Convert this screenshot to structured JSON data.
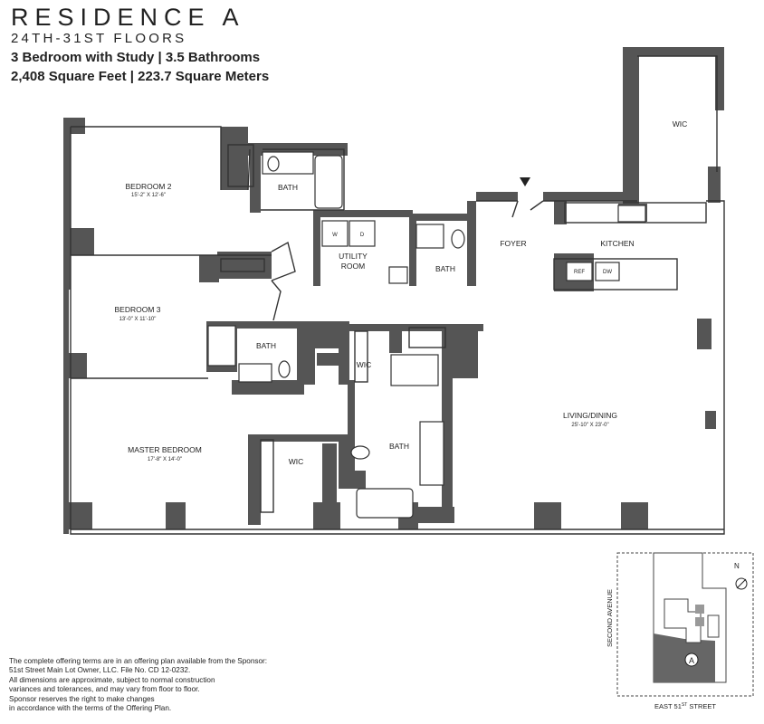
{
  "header": {
    "title": "RESIDENCE A",
    "floors": "24TH-31ST FLOORS",
    "line1": "3 Bedroom with Study | 3.5 Bathrooms",
    "line2": "2,408 Square Feet | 223.7 Square Meters"
  },
  "rooms": {
    "bedroom2": {
      "name": "BEDROOM 2",
      "dims": "15'-2\" X 12'-6\""
    },
    "bedroom3": {
      "name": "BEDROOM 3",
      "dims": "13'-0\" X 11'-10\""
    },
    "master": {
      "name": "MASTER BEDROOM",
      "dims": "17'-8\" X 14'-0\""
    },
    "living": {
      "name": "LIVING/DINING",
      "dims": "25'-10\" X 23'-0\""
    },
    "bath": "BATH",
    "wic": "WIC",
    "utility_line1": "UTILITY",
    "utility_line2": "ROOM",
    "foyer": "FOYER",
    "kitchen": "KITCHEN",
    "washer": "W",
    "dryer": "D",
    "ref": "REF",
    "dw": "DW"
  },
  "keyplan": {
    "avenue": "SECOND AVENUE",
    "street_prefix": "EAST 51",
    "street_sup": "ST",
    "street_suffix": " STREET",
    "north": "N",
    "unit_marker": "A"
  },
  "disclaimer": [
    "The complete offering terms are in an offering plan available from the Sponsor:",
    "51st Street Main Lot Owner, LLC. File No. CD 12-0232.",
    "All dimensions are approximate, subject to normal construction",
    "variances and tolerances, and may vary from floor to floor.",
    "Sponsor reserves the right to make changes",
    "in accordance with the terms of the Offering Plan."
  ],
  "colors": {
    "wall": "#555555",
    "line": "#333333",
    "text": "#222222"
  }
}
